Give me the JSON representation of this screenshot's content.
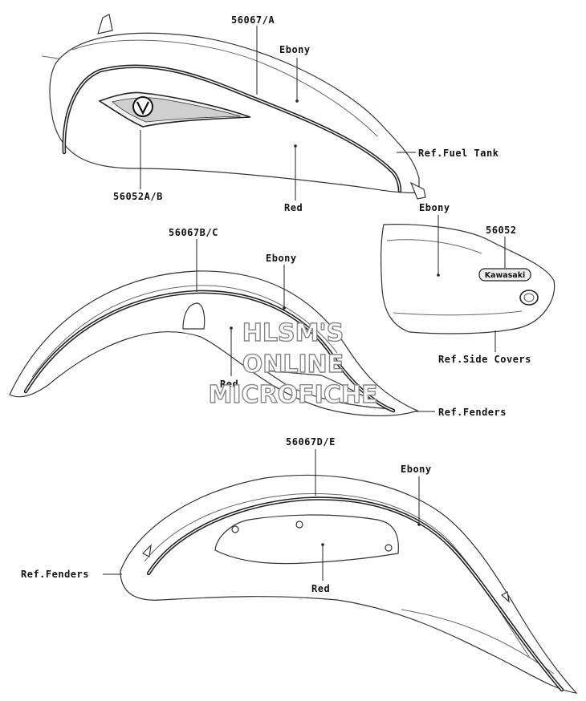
{
  "labels": {
    "tank_stripe": "56067/A",
    "tank_ebony": "Ebony",
    "tank_ref": "Ref.Fuel Tank",
    "tank_emblem": "56052A/B",
    "tank_red": "Red",
    "side_ebony": "Ebony",
    "side_decal": "56052",
    "side_ref": "Ref.Side Covers",
    "front_stripe": "56067B/C",
    "front_ebony": "Ebony",
    "front_red": "Red",
    "front_ref": "Ref.Fenders",
    "rear_stripe": "56067D/E",
    "rear_ebony": "Ebony",
    "rear_ref": "Ref.Fenders",
    "rear_red": "Red"
  },
  "emblem_text": "Kawasaki",
  "watermark": {
    "line1": "HLSM'S",
    "line2": "ONLINE",
    "line3": "MICROFICHE"
  }
}
